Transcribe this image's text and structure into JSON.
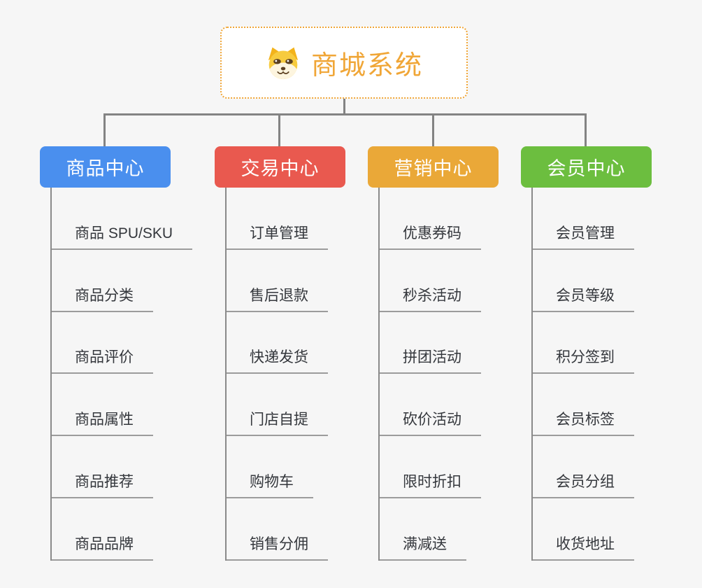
{
  "page": {
    "background": "#f6f6f6"
  },
  "root": {
    "title": "商城系统",
    "icon": "shiba-dog-icon",
    "accent_color": "#f0a637"
  },
  "branches": [
    {
      "label": "商品中心",
      "color": "#4a8fee",
      "children": [
        "商品 SPU/SKU",
        "商品分类",
        "商品评价",
        "商品属性",
        "商品推荐",
        "商品品牌"
      ]
    },
    {
      "label": "交易中心",
      "color": "#e9594f",
      "children": [
        "订单管理",
        "售后退款",
        "快递发货",
        "门店自提",
        "购物车",
        "销售分佣"
      ]
    },
    {
      "label": "营销中心",
      "color": "#eaa838",
      "children": [
        "优惠券码",
        "秒杀活动",
        "拼团活动",
        "砍价活动",
        "限时折扣",
        "满减送"
      ]
    },
    {
      "label": "会员中心",
      "color": "#6cbe3f",
      "children": [
        "会员管理",
        "会员等级",
        "积分签到",
        "会员标签",
        "会员分组",
        "收货地址"
      ]
    }
  ]
}
